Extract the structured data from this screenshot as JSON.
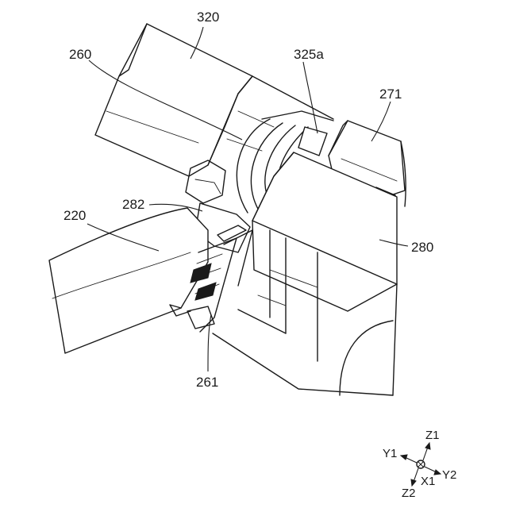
{
  "labels": {
    "l320": "320",
    "l260": "260",
    "l325a": "325a",
    "l271": "271",
    "l282": "282",
    "l220": "220",
    "l280": "280",
    "l261": "261"
  },
  "axes": {
    "z1": "Z1",
    "y1": "Y1",
    "y2": "Y2",
    "x1": "X1",
    "z2": "Z2"
  }
}
